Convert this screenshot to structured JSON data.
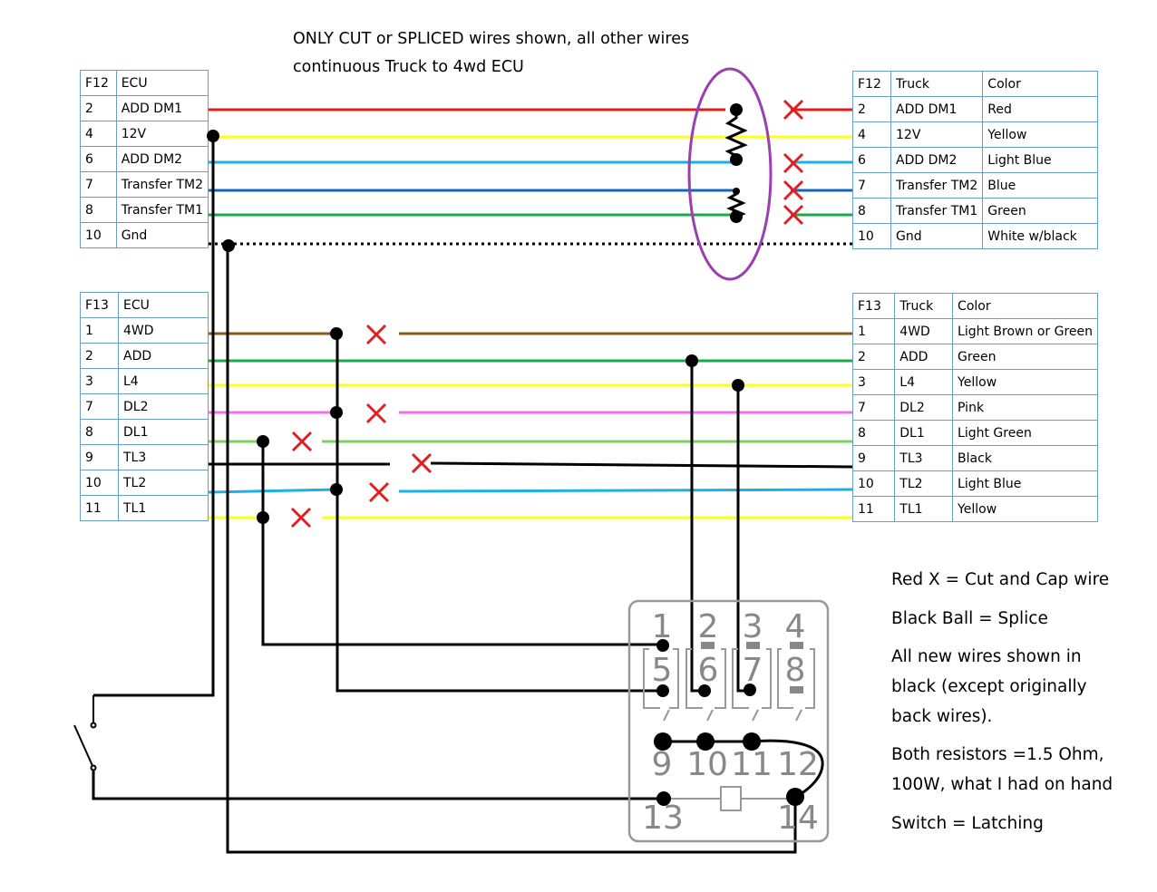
{
  "header_note": {
    "line1": "ONLY CUT or SPLICED wires shown, all other wires",
    "line2": "continuous Truck to 4wd ECU"
  },
  "f12_ecu": {
    "headers": [
      "F12",
      "ECU"
    ],
    "rows": [
      [
        "2",
        "ADD DM1"
      ],
      [
        "4",
        "12V"
      ],
      [
        "6",
        "ADD DM2"
      ],
      [
        "7",
        "Transfer TM2"
      ],
      [
        "8",
        "Transfer TM1"
      ],
      [
        "10",
        "Gnd"
      ]
    ]
  },
  "f12_truck": {
    "headers": [
      "F12",
      "Truck",
      "Color"
    ],
    "rows": [
      [
        "2",
        "ADD DM1",
        "Red"
      ],
      [
        "4",
        "12V",
        "Yellow"
      ],
      [
        "6",
        "ADD DM2",
        "Light Blue"
      ],
      [
        "7",
        "Transfer TM2",
        "Blue"
      ],
      [
        "8",
        "Transfer TM1",
        "Green"
      ],
      [
        "10",
        "Gnd",
        "White w/black"
      ]
    ]
  },
  "f13_ecu": {
    "headers": [
      "F13",
      "ECU"
    ],
    "rows": [
      [
        "1",
        "4WD"
      ],
      [
        "2",
        "ADD"
      ],
      [
        "3",
        "L4"
      ],
      [
        "7",
        "DL2"
      ],
      [
        "8",
        "DL1"
      ],
      [
        "9",
        "TL3"
      ],
      [
        "10",
        "TL2"
      ],
      [
        "11",
        "TL1"
      ]
    ]
  },
  "f13_truck": {
    "headers": [
      "F13",
      "Truck",
      "Color"
    ],
    "rows": [
      [
        "1",
        "4WD",
        "Light Brown or Green"
      ],
      [
        "2",
        "ADD",
        "Green"
      ],
      [
        "3",
        "L4",
        "Yellow"
      ],
      [
        "7",
        "DL2",
        "Pink"
      ],
      [
        "8",
        "DL1",
        "Light Green"
      ],
      [
        "9",
        "TL3",
        "Black"
      ],
      [
        "10",
        "TL2",
        "Light Blue"
      ],
      [
        "11",
        "TL1",
        "Yellow"
      ]
    ]
  },
  "legend": {
    "red_x": "Red X = Cut and Cap wire",
    "black_ball": "Black Ball = Splice",
    "new_wires_1": "All new wires shown in",
    "new_wires_2": "black (except originally",
    "new_wires_3": "back wires).",
    "resistors_1": "Both resistors =1.5 Ohm,",
    "resistors_2": "100W, what I had on hand",
    "switch": "Switch = Latching"
  },
  "relay": {
    "pins": [
      "1",
      "2",
      "3",
      "4",
      "5",
      "6",
      "7",
      "8",
      "9",
      "10",
      "11",
      "12",
      "13",
      "14"
    ]
  },
  "colors": {
    "red": "#e31b1b",
    "yellow": "#ffff1a",
    "light_blue": "#1bb0e8",
    "blue": "#1565b8",
    "green": "#1aa84a",
    "brown": "#8a5a14",
    "pink": "#f070f0",
    "light_green": "#7fd060",
    "black": "#000000",
    "cut_mark": "#e02020",
    "ellipse": "#9b3fae",
    "table_border": "#6a9ccd",
    "relay_outline": "#999999"
  }
}
